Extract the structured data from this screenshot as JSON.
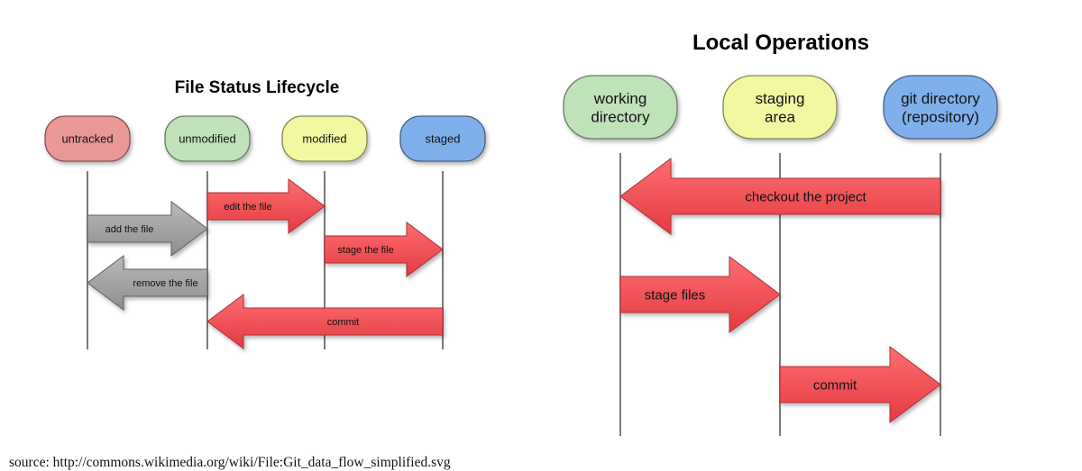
{
  "colors": {
    "untracked": "#e99896",
    "unmodified": "#bfe2b9",
    "modified": "#f2f8a2",
    "staged": "#7fb0ec",
    "arrow_red": "#f0454a",
    "arrow_gray": "#a0a0a0",
    "lifeline": "#7a7a7a"
  },
  "lifecycle": {
    "title": "File Status Lifecycle",
    "states": [
      {
        "id": "untracked",
        "label": [
          "untracked"
        ],
        "color": "untracked"
      },
      {
        "id": "unmodified",
        "label": [
          "unmodified"
        ],
        "color": "unmodified"
      },
      {
        "id": "modified",
        "label": [
          "modified"
        ],
        "color": "modified"
      },
      {
        "id": "staged",
        "label": [
          "staged"
        ],
        "color": "staged"
      }
    ],
    "transitions": [
      {
        "id": "add-the-file",
        "label": "add the file",
        "from": "untracked",
        "to": "unmodified",
        "style": "gray"
      },
      {
        "id": "edit-the-file",
        "label": "edit the file",
        "from": "unmodified",
        "to": "modified",
        "style": "red"
      },
      {
        "id": "stage-the-file",
        "label": "stage the file",
        "from": "modified",
        "to": "staged",
        "style": "red"
      },
      {
        "id": "remove-the-file",
        "label": "remove the file",
        "from": "unmodified",
        "to": "untracked",
        "style": "gray"
      },
      {
        "id": "commit",
        "label": "commit",
        "from": "staged",
        "to": "unmodified",
        "style": "red"
      }
    ]
  },
  "local_ops": {
    "title": "Local Operations",
    "states": [
      {
        "id": "working-directory",
        "label": [
          "working",
          "directory"
        ],
        "color": "unmodified"
      },
      {
        "id": "staging-area",
        "label": [
          "staging",
          "area"
        ],
        "color": "modified"
      },
      {
        "id": "git-directory",
        "label": [
          "git directory",
          "(repository)"
        ],
        "color": "staged"
      }
    ],
    "transitions": [
      {
        "id": "checkout-the-project",
        "label": "checkout the project",
        "from": "git-directory",
        "to": "working-directory",
        "style": "red"
      },
      {
        "id": "stage-files",
        "label": "stage files",
        "from": "working-directory",
        "to": "staging-area",
        "style": "red"
      },
      {
        "id": "commit",
        "label": "commit",
        "from": "staging-area",
        "to": "git-directory",
        "style": "red"
      }
    ]
  },
  "source_note": "source: http://commons.wikimedia.org/wiki/File:Git_data_flow_simplified.svg"
}
